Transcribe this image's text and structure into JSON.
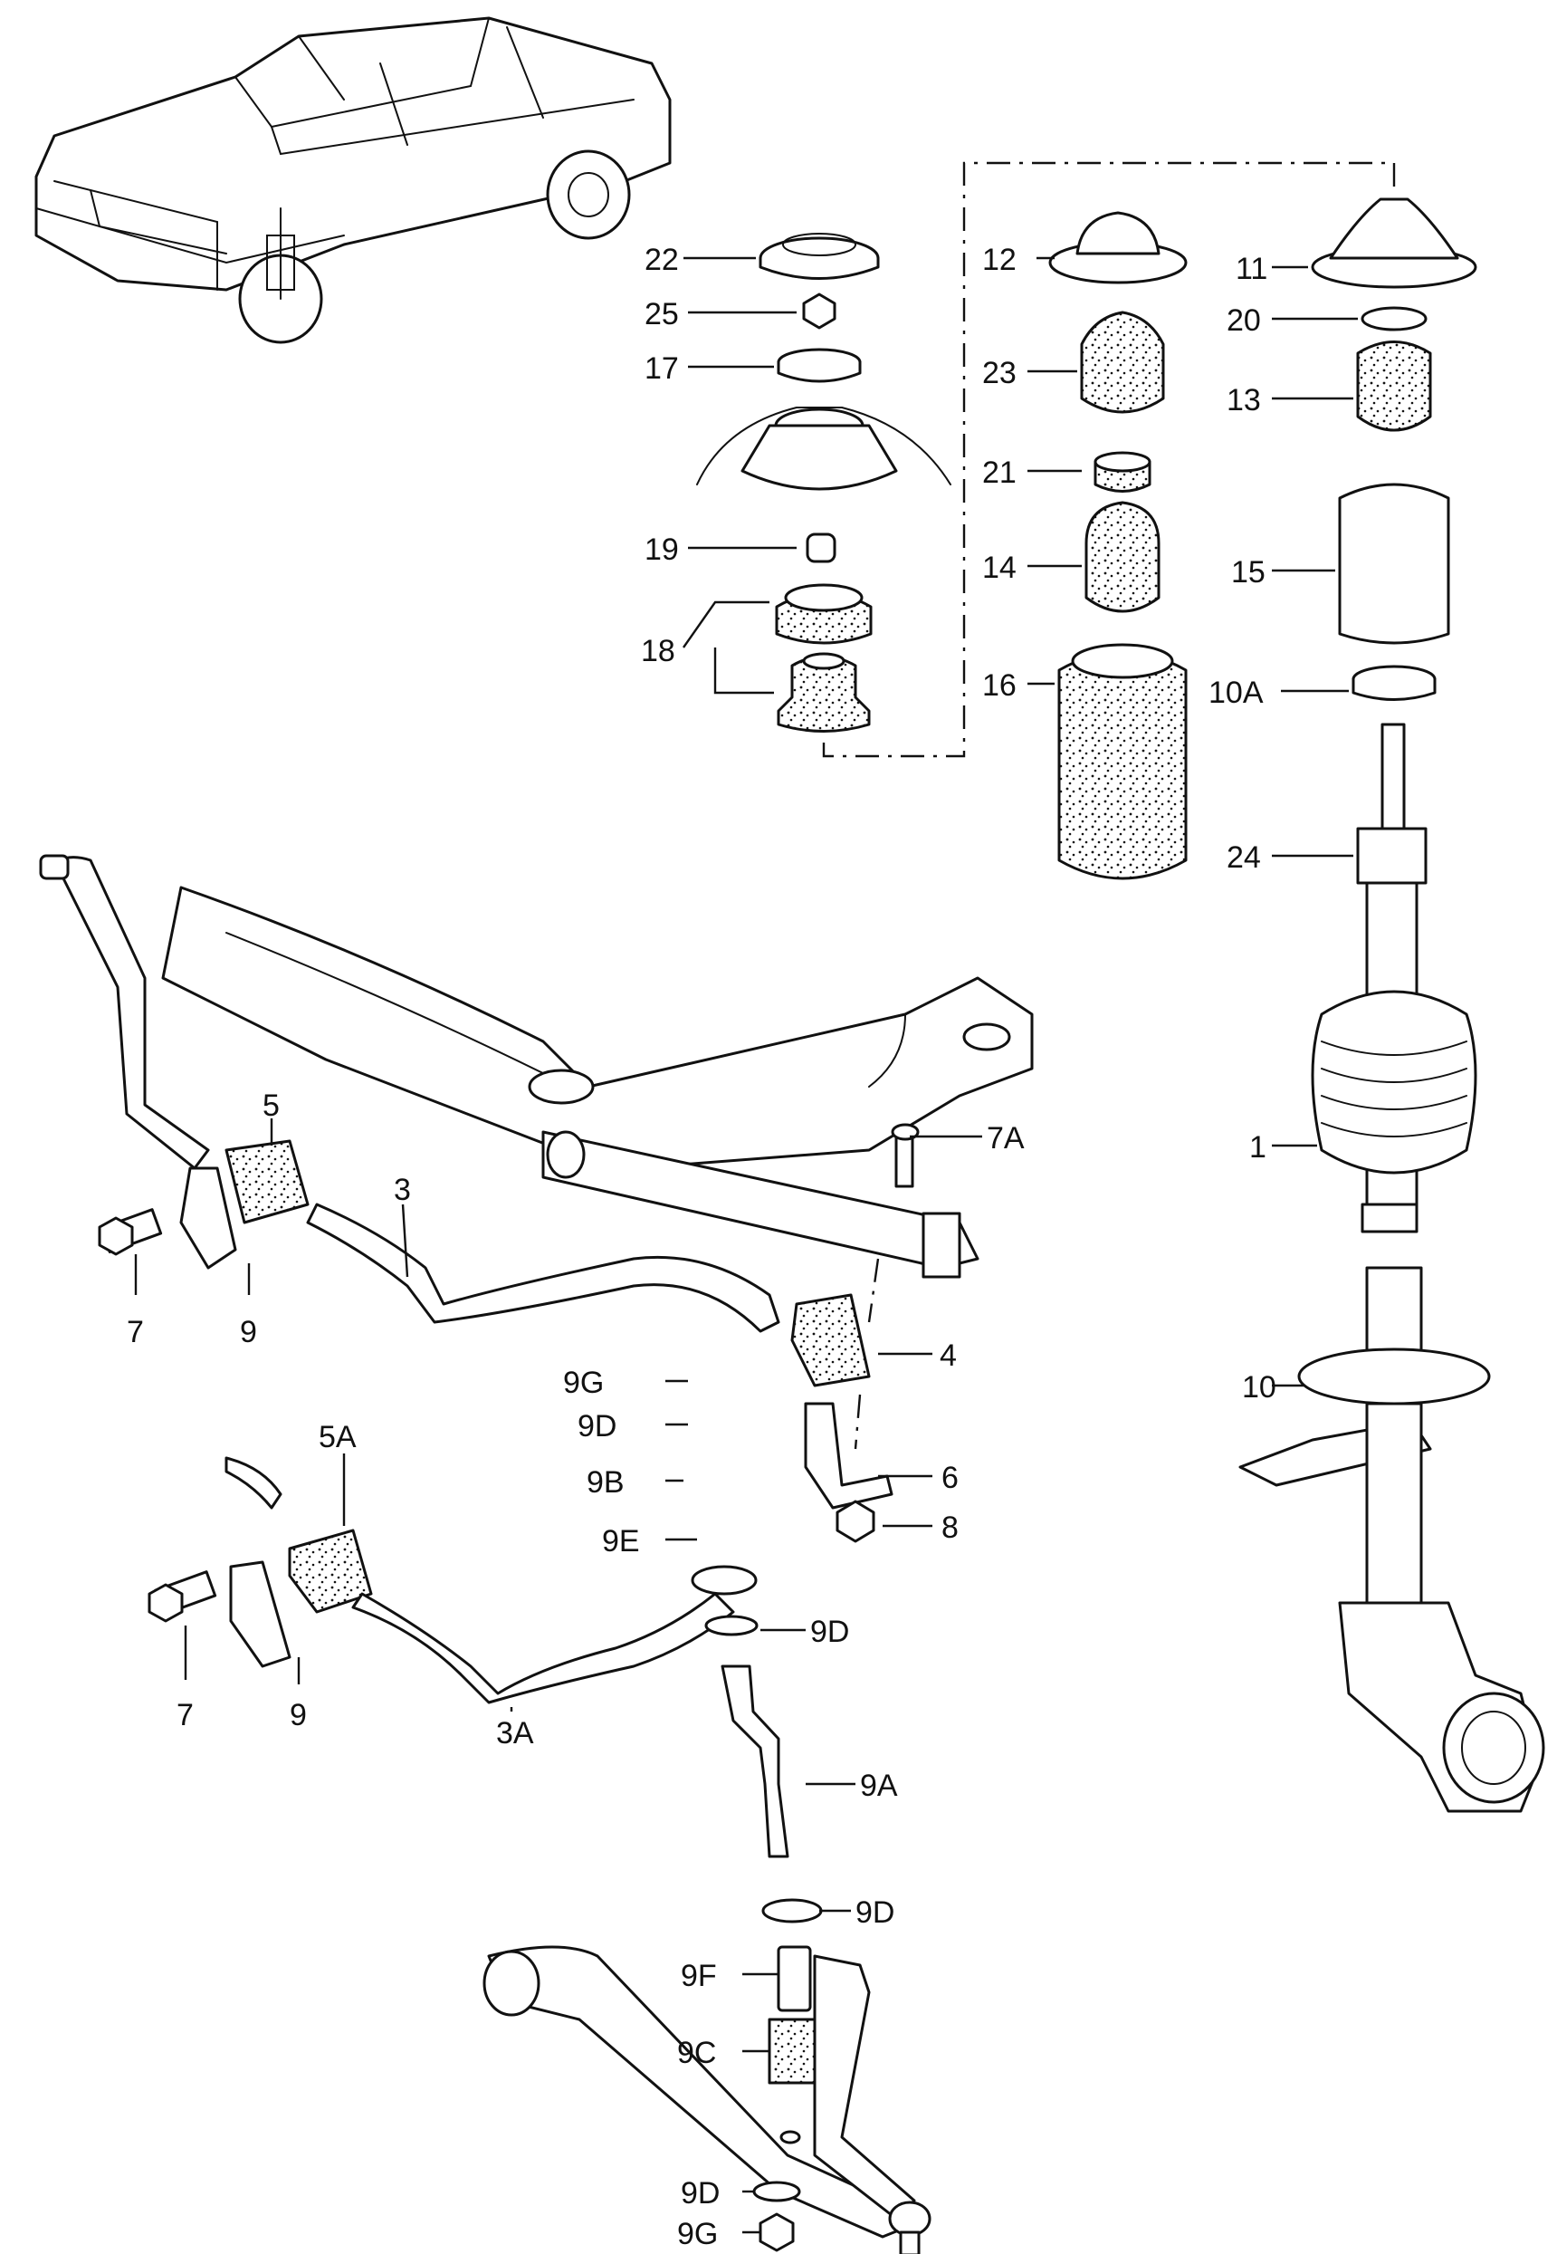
{
  "labels": {
    "l22": "22",
    "l25": "25",
    "l17": "17",
    "l19": "19",
    "l18": "18",
    "l12": "12",
    "l23": "23",
    "l21": "21",
    "l14": "14",
    "l16": "16",
    "l11": "11",
    "l20": "20",
    "l13": "13",
    "l15": "15",
    "l10A": "10A",
    "l24": "24",
    "l1": "1",
    "l10": "10",
    "l5": "5",
    "l3": "3",
    "l7A": "7A",
    "l7": "7",
    "l9": "9",
    "l4": "4",
    "l9G": "9G",
    "l9D": "9D",
    "l9B": "9B",
    "l9E": "9E",
    "l6": "6",
    "l8": "8",
    "l5A": "5A",
    "l7b": "7",
    "l9b": "9",
    "l3A": "3A",
    "l9Db": "9D",
    "l9A": "9A",
    "l9Dc": "9D",
    "l9F": "9F",
    "l9C": "9C",
    "l9Dd": "9D",
    "l9Gb": "9G"
  }
}
